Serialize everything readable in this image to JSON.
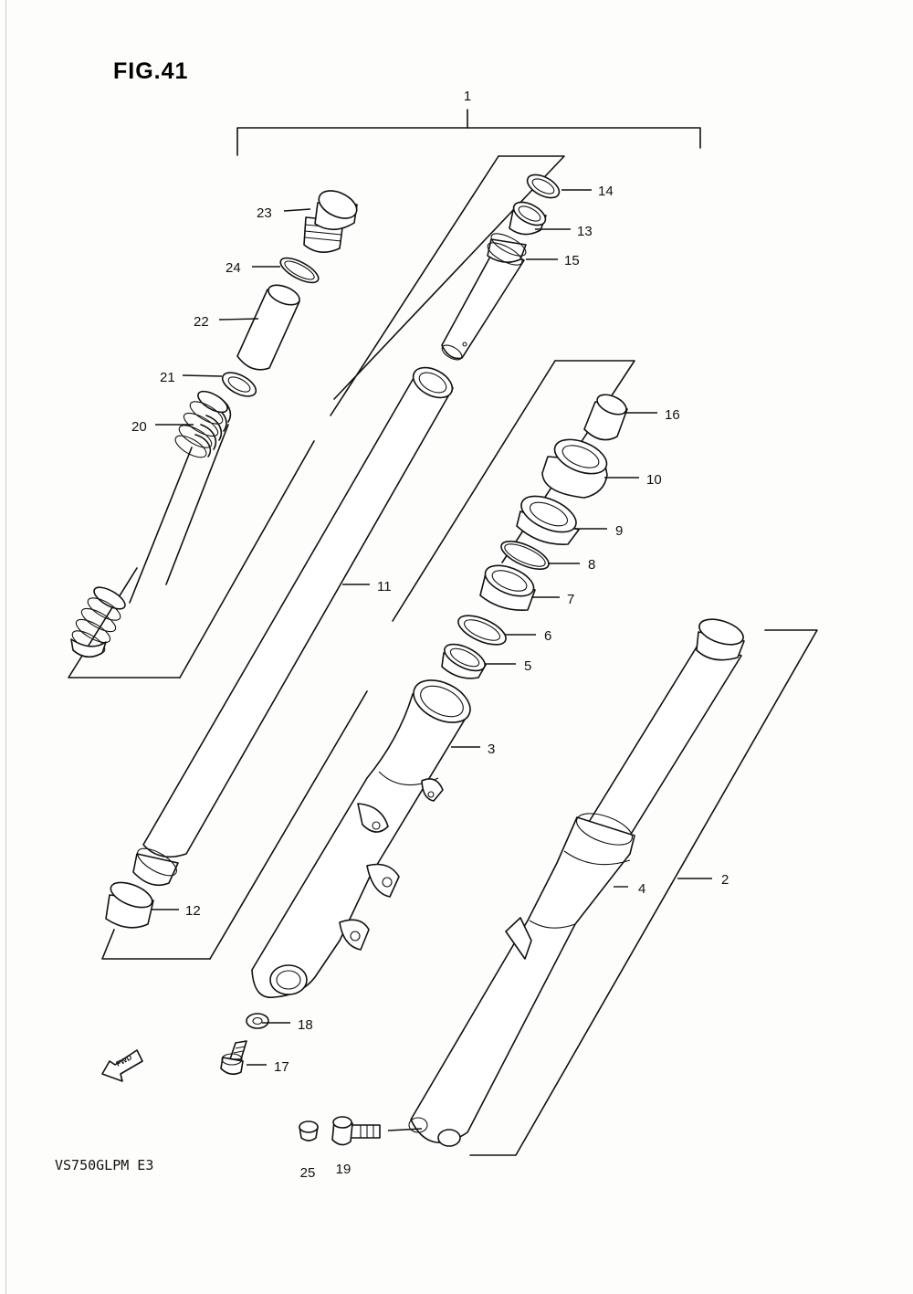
{
  "figure": {
    "title": "FIG.41",
    "model": "VS750GLPM E3"
  },
  "parts": [
    {
      "id": "p1",
      "number": "1"
    },
    {
      "id": "p2",
      "number": "2"
    },
    {
      "id": "p3",
      "number": "3"
    },
    {
      "id": "p4",
      "number": "4"
    },
    {
      "id": "p5",
      "number": "5"
    },
    {
      "id": "p6",
      "number": "6"
    },
    {
      "id": "p7",
      "number": "7"
    },
    {
      "id": "p8",
      "number": "8"
    },
    {
      "id": "p9",
      "number": "9"
    },
    {
      "id": "p10",
      "number": "10"
    },
    {
      "id": "p11",
      "number": "11"
    },
    {
      "id": "p12",
      "number": "12"
    },
    {
      "id": "p13",
      "number": "13"
    },
    {
      "id": "p14",
      "number": "14"
    },
    {
      "id": "p15",
      "number": "15"
    },
    {
      "id": "p16",
      "number": "16"
    },
    {
      "id": "p17",
      "number": "17"
    },
    {
      "id": "p18",
      "number": "18"
    },
    {
      "id": "p19",
      "number": "19"
    },
    {
      "id": "p20",
      "number": "20"
    },
    {
      "id": "p21",
      "number": "21"
    },
    {
      "id": "p22",
      "number": "22"
    },
    {
      "id": "p23",
      "number": "23"
    },
    {
      "id": "p24",
      "number": "24"
    },
    {
      "id": "p25",
      "number": "25"
    }
  ],
  "direction_badge": {
    "text": "FWD"
  },
  "icons": [
    "fwd-arrow-icon"
  ]
}
